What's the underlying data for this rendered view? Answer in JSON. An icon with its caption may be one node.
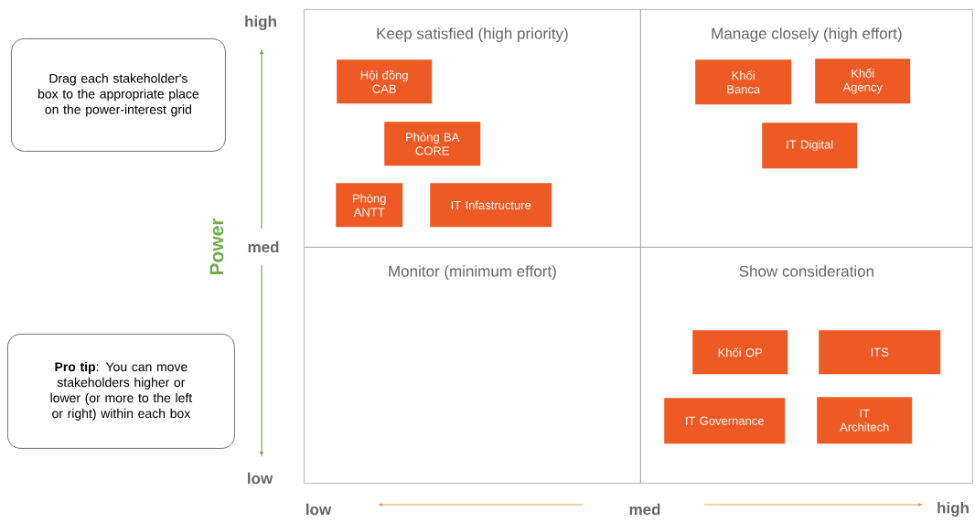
{
  "diagram": {
    "nodes": [
      {
        "text": [
          "Drag each stakeholder's box to the appropriate place on the power-interest grid"
        ]
      },
      {
        "text": [
          "**Pro tip**: You can move stakeholders higher or lower (or more to the left or right) within each box"
        ]
      },
      {
        "text": [
          "Keep satisfied (high priority)"
        ]
      },
      {
        "text": [
          "Manage closely (high effort)"
        ]
      },
      {
        "text": [
          "Monitor (minimum effort)"
        ]
      },
      {
        "text": [
          "Show consideration"
        ]
      },
      {
        "text": [
          "Hội đồng CAB"
        ],
        "in": 2
      },
      {
        "text": [
          "Phòng BA CORE"
        ],
        "in": 2
      },
      {
        "text": [
          "Phòng ANTT"
        ],
        "in": 2
      },
      {
        "text": [
          "IT Infastructure"
        ],
        "in": 2
      },
      {
        "text": [
          "Khối Banca"
        ],
        "in": 3
      },
      {
        "text": [
          "Khối Agency"
        ],
        "in": 3
      },
      {
        "text": [
          "IT Digital"
        ],
        "in": 3
      },
      {
        "text": [
          "Khối OP"
        ],
        "in": 5
      },
      {
        "text": [
          "ITS"
        ],
        "in": 5
      },
      {
        "text": [
          "IT Governance"
        ],
        "in": 5
      },
      {
        "text": [
          "IT Architech"
        ],
        "in": 5
      }
    ],
    "labels": [
      "high",
      "Power",
      "med",
      "low",
      "low",
      "med",
      "high"
    ]
  }
}
